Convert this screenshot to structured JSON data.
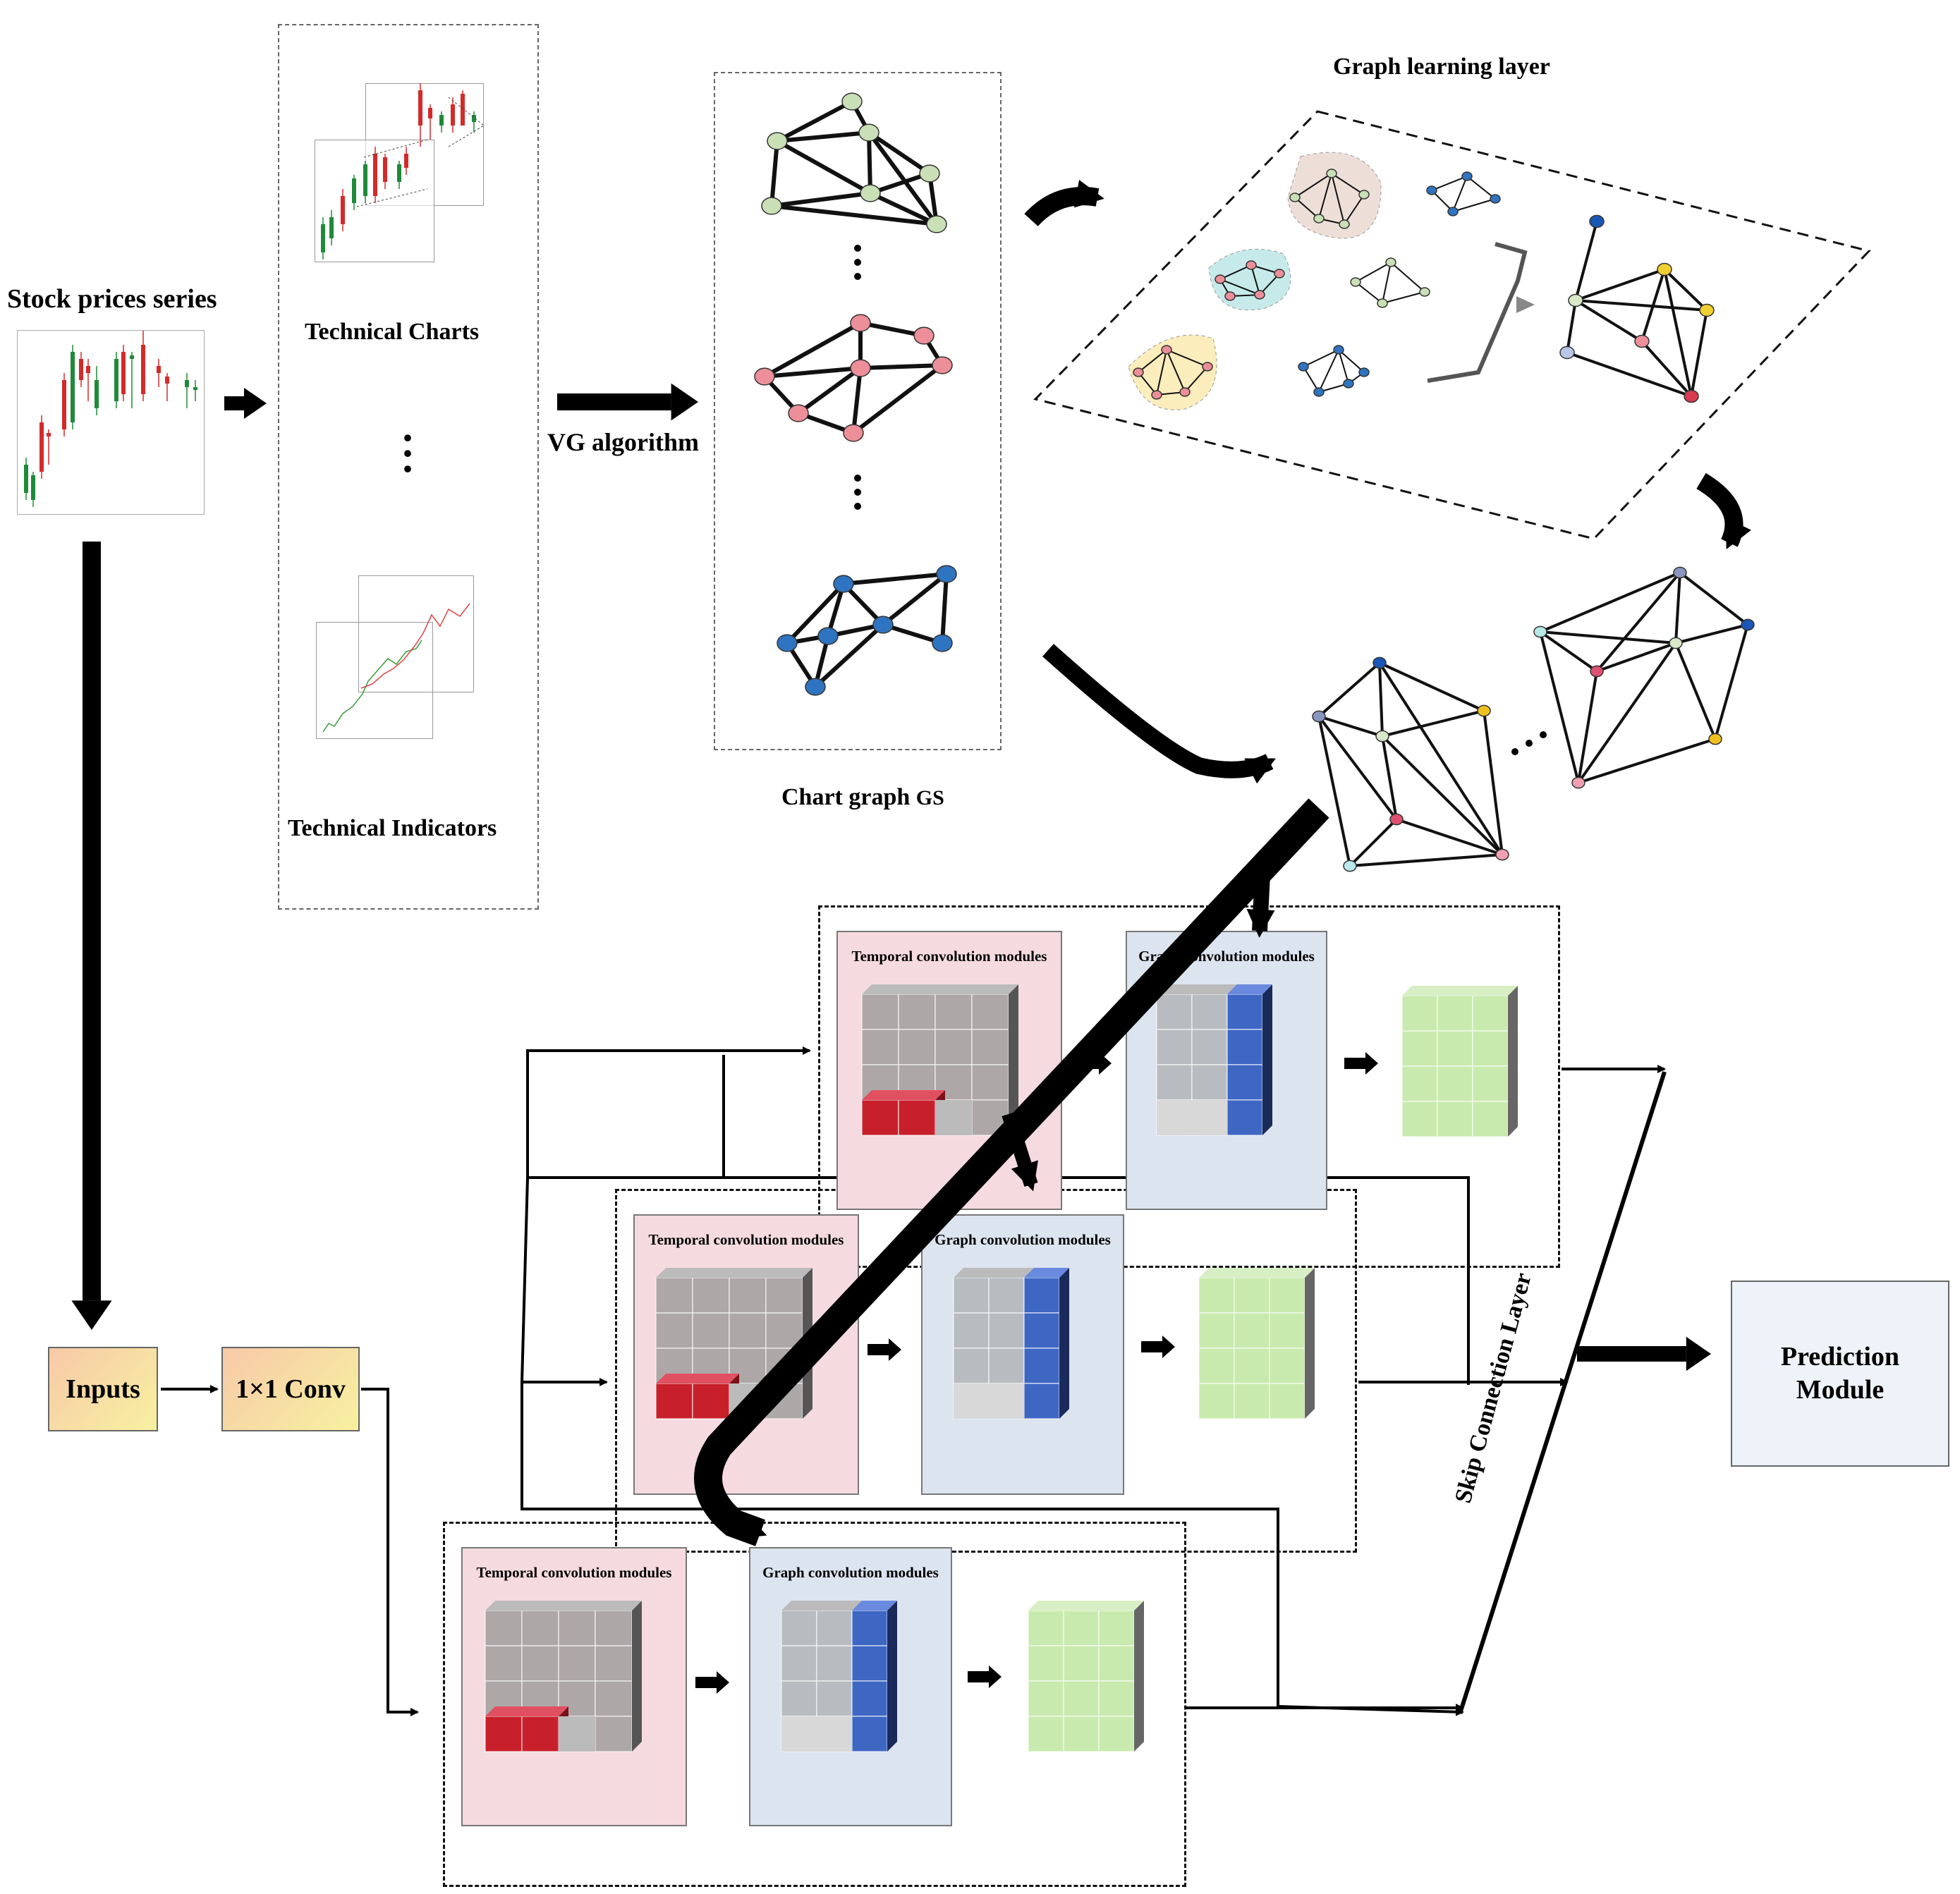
{
  "labels": {
    "stock_series": "Stock prices series",
    "technical_charts": "Technical Charts",
    "technical_indicators": "Technical Indicators",
    "vg_algorithm": "VG algorithm",
    "chart_graph": "Chart graph",
    "chart_graph_symbol": "GS",
    "graph_learning_layer": "Graph learning layer",
    "inputs": "Inputs",
    "conv": "1×1 Conv",
    "prediction_line1": "Prediction",
    "prediction_line2": "Module",
    "skip_connection": "Skip Connection Layer",
    "temporal_module": "Temporal convolution modules",
    "graph_module": "Graph convolution modules"
  },
  "colors": {
    "green_node": "#c9dfb6",
    "pink_node": "#ec8f99",
    "blue_node": "#2f74c0",
    "temporal_bg": "#f5dbe0",
    "graph_bg": "#dce4ef",
    "red_block": "#c8202b",
    "blue_block": "#3e67c4",
    "green_block": "#cfe8b8"
  }
}
